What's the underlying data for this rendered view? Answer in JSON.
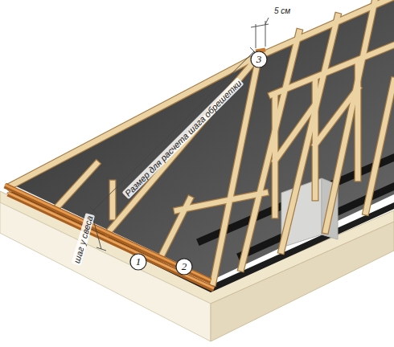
{
  "diagram": {
    "nodes": [
      {
        "text": [
          "1"
        ]
      },
      {
        "text": [
          "2"
        ]
      },
      {
        "text": [
          "3"
        ]
      }
    ],
    "labels": [
      "5 см",
      "Размер для расчета шага обрешетки",
      "шаг у свеса"
    ]
  }
}
